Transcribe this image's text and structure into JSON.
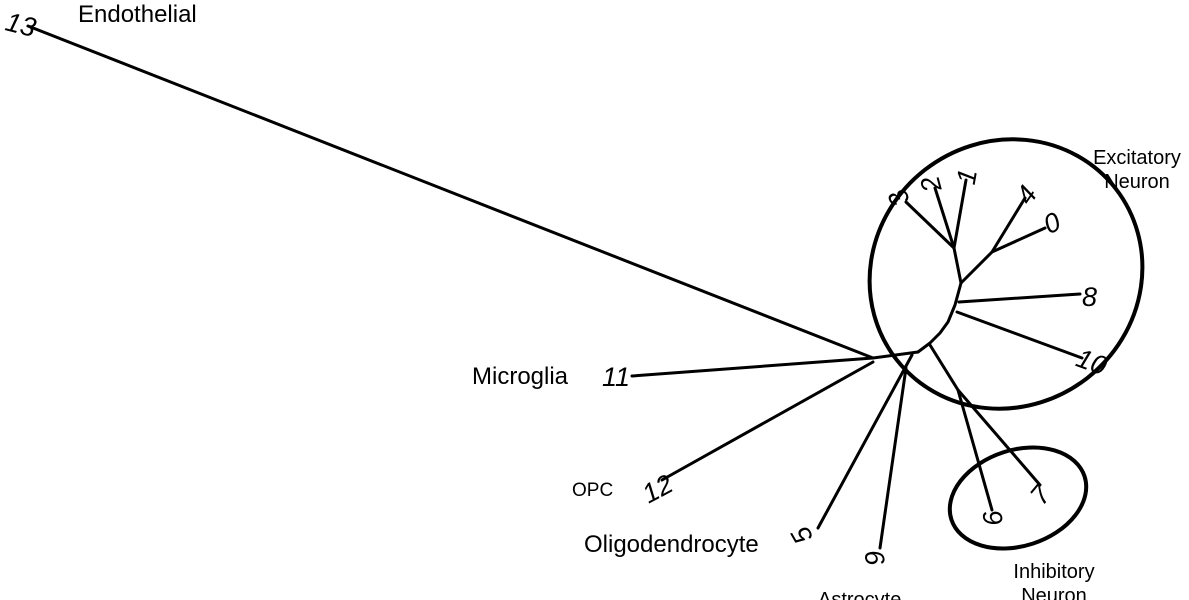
{
  "diagram": {
    "type": "unrooted-phylogenetic-tree",
    "leaves": [
      {
        "id": "0",
        "text": "0"
      },
      {
        "id": "1",
        "text": "1"
      },
      {
        "id": "2",
        "text": "2"
      },
      {
        "id": "3",
        "text": "3"
      },
      {
        "id": "4",
        "text": "4"
      },
      {
        "id": "5",
        "text": "5"
      },
      {
        "id": "6",
        "text": "6"
      },
      {
        "id": "7",
        "text": "7"
      },
      {
        "id": "8",
        "text": "8"
      },
      {
        "id": "9",
        "text": "9"
      },
      {
        "id": "10",
        "text": "10"
      },
      {
        "id": "11",
        "text": "11"
      },
      {
        "id": "12",
        "text": "12"
      },
      {
        "id": "13",
        "text": "13"
      }
    ],
    "labels": {
      "endothelial": "Endothelial",
      "microglia": "Microglia",
      "opc": "OPC",
      "oligodendrocyte": "Oligodendrocyte",
      "astrocyte": "Astrocyte",
      "excitatory_line1": "Excitatory",
      "excitatory_line2": "Neuron",
      "inhibitory_line1": "Inhibitory",
      "inhibitory_line2": "Neuron"
    },
    "groups": [
      {
        "name": "Excitatory Neuron",
        "members": [
          "0",
          "1",
          "2",
          "3",
          "4",
          "8",
          "10"
        ]
      },
      {
        "name": "Inhibitory Neuron",
        "members": [
          "6",
          "7"
        ]
      }
    ]
  }
}
